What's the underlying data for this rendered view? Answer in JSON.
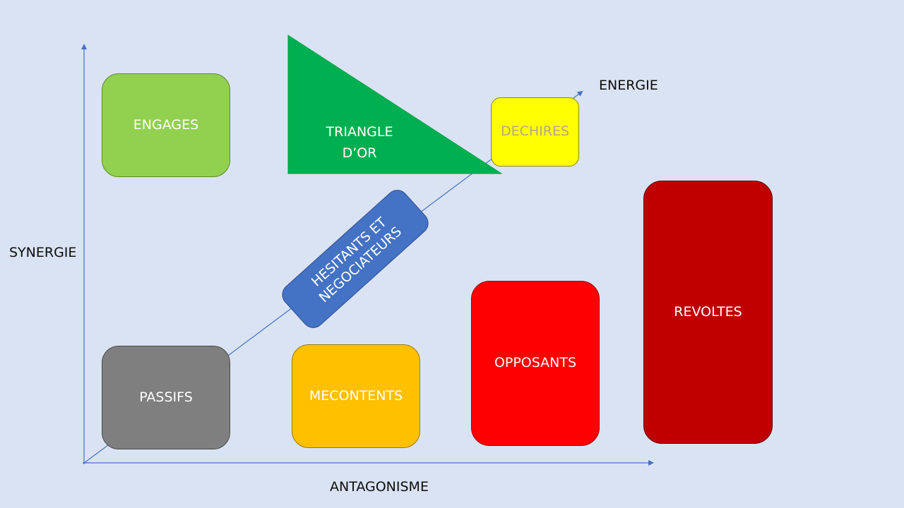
{
  "axes": {
    "vertical_label": "SYNERGIE",
    "horizontal_label": "ANTAGONISME",
    "diagonal_label": "ENERGIE"
  },
  "categories": {
    "engages": {
      "label": "ENGAGES",
      "color": "#92d050"
    },
    "triangle": {
      "line1": "TRIANGLE",
      "line2": "D’OR",
      "color": "#00b050"
    },
    "dechires": {
      "label": "DECHIRES",
      "color": "#ffff00",
      "text_color": "#b4a58c"
    },
    "hesitants": {
      "line1": "HESITANTS ET",
      "line2": "NEGOCIATEURS",
      "color": "#4472c4"
    },
    "passifs": {
      "label": "PASSIFS",
      "color": "#7f7f7f"
    },
    "mecontents": {
      "label": "MECONTENTS",
      "color": "#ffc000"
    },
    "opposants": {
      "label": "OPPOSANTS",
      "color": "#ff0000"
    },
    "revoltes": {
      "label": "REVOLTES",
      "color": "#c00000"
    }
  },
  "colors": {
    "background": "#dae3f3",
    "axis": "#4472c4"
  }
}
